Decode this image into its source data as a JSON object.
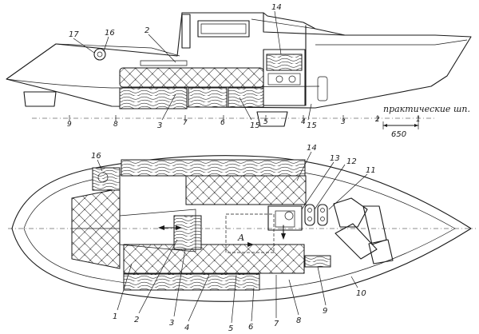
{
  "side_view": {
    "callouts": [
      "17",
      "16",
      "2",
      "14",
      "3",
      "15",
      "15"
    ],
    "stations": [
      "9",
      "8",
      "7",
      "6",
      "5",
      "4",
      "3",
      "2",
      "1"
    ],
    "station_caption": "практические шп.",
    "scale_label": "650"
  },
  "plan_view": {
    "callouts": [
      "16",
      "14",
      "13",
      "12",
      "11",
      "1",
      "2",
      "3",
      "4",
      "5",
      "6",
      "7",
      "8",
      "9",
      "10"
    ],
    "section_mark": "А"
  }
}
